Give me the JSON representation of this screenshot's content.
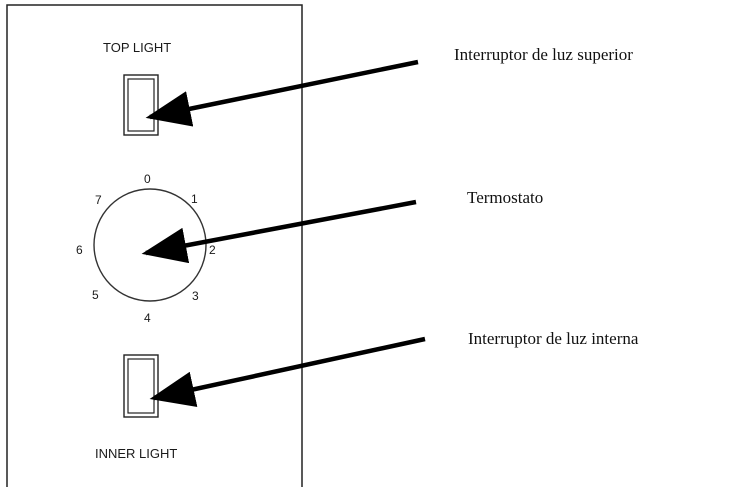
{
  "panel": {
    "top_switch_label": "TOP LIGHT",
    "inner_switch_label": "INNER LIGHT",
    "dial_numbers": [
      "0",
      "1",
      "2",
      "3",
      "4",
      "5",
      "6",
      "7"
    ]
  },
  "callouts": {
    "top_light": "Interruptor de luz superior",
    "thermostat": "Termostato",
    "inner_light": "Interruptor de luz interna"
  },
  "colors": {
    "line": "#222222",
    "arrow": "#000000"
  }
}
